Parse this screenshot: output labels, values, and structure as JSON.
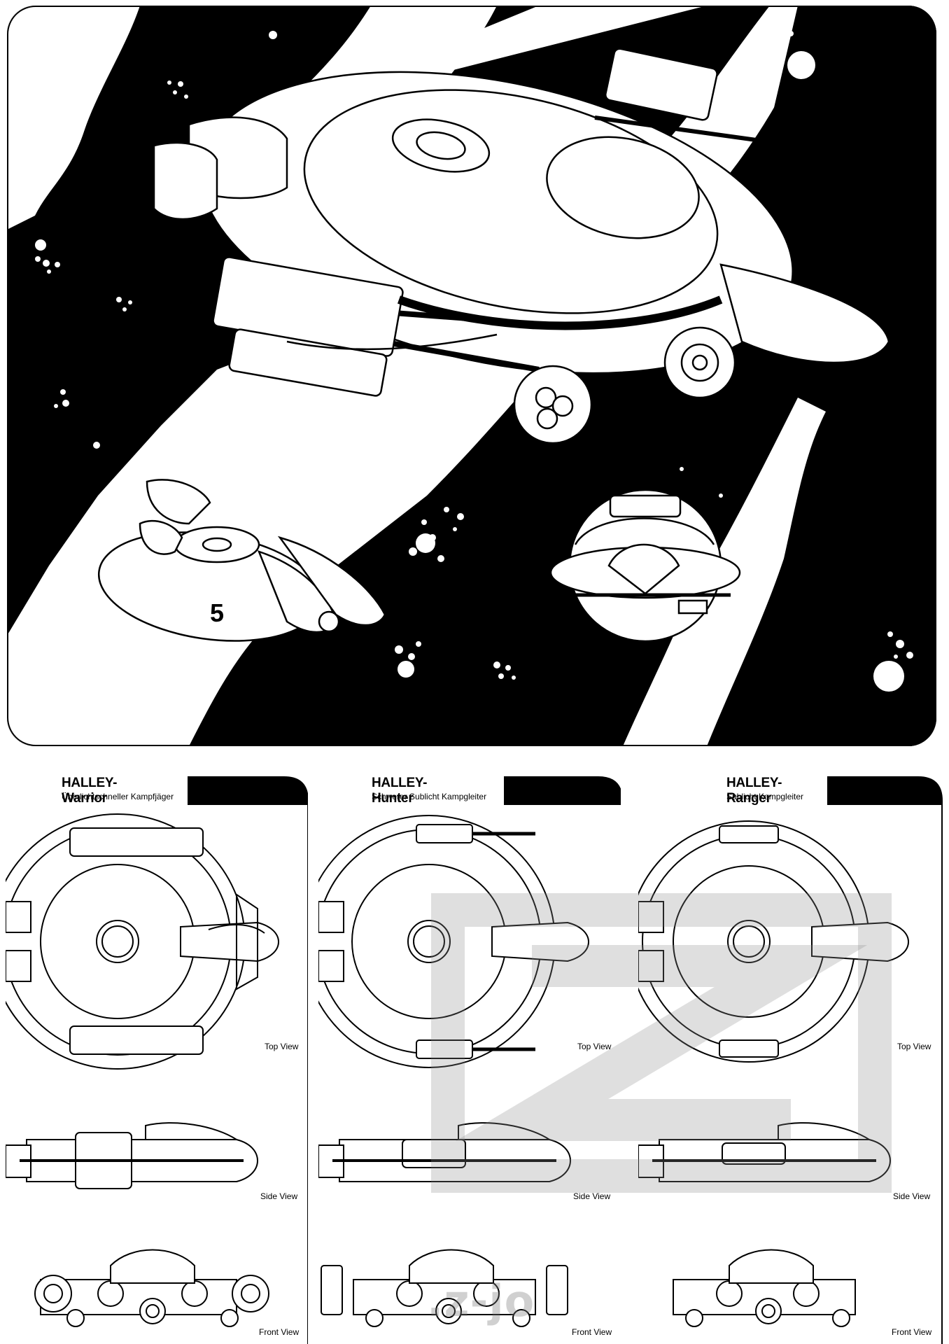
{
  "illustration": {
    "ships": [
      "HALLEY-Hunter",
      "HALLEY-Warrior",
      "HALLEY-Ranger"
    ],
    "hull_number": "5"
  },
  "panels": [
    {
      "title": "HALLEY-Warrior",
      "subtitle": "Überlichtschneller Kampfjäger",
      "views": {
        "top": "Top View",
        "side": "Side View",
        "front": "Front View"
      }
    },
    {
      "title": "HALLEY-Hunter",
      "subtitle": "Schwerer Sublicht Kampgleiter",
      "views": {
        "top": "Top View",
        "side": "Side View",
        "front": "Front View"
      }
    },
    {
      "title": "HALLEY-Ranger",
      "subtitle": "Sublicht Kampgleiter",
      "views": {
        "top": "Top View",
        "side": "Side View",
        "front": "Front View"
      }
    }
  ],
  "watermark": ".z-jo",
  "colors": {
    "ink": "#000000",
    "paper": "#ffffff",
    "watermark": "#9a9a9a"
  }
}
